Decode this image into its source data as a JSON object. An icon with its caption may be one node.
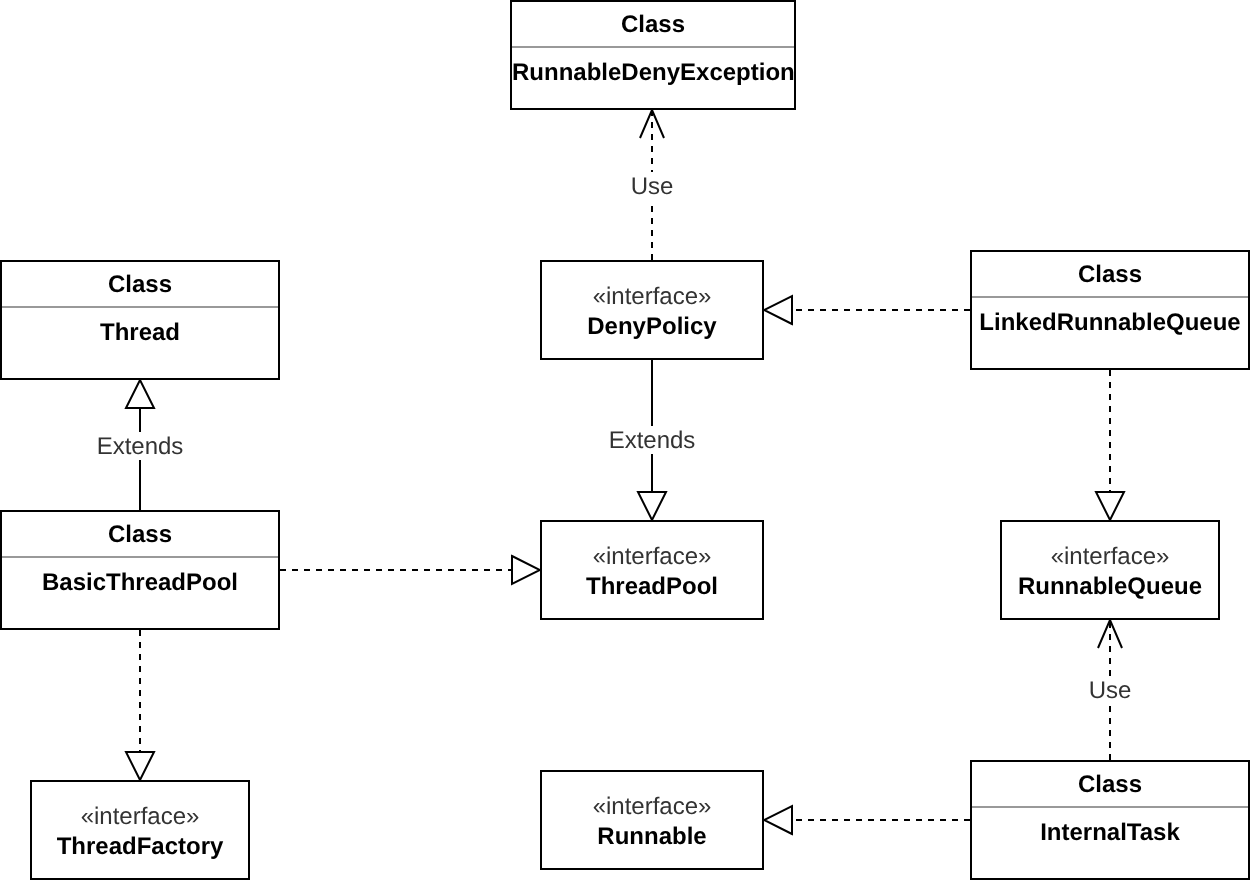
{
  "diagram": {
    "nodes": [
      {
        "text": [
          "Class",
          "RunnableDenyException"
        ]
      },
      {
        "text": [
          "Class",
          "Thread"
        ]
      },
      {
        "text": [
          "«interface»",
          "DenyPolicy"
        ]
      },
      {
        "text": [
          "Class",
          "LinkedRunnableQueue"
        ]
      },
      {
        "text": [
          "Class",
          "BasicThreadPool"
        ]
      },
      {
        "text": [
          "«interface»",
          "ThreadPool"
        ]
      },
      {
        "text": [
          "«interface»",
          "RunnableQueue"
        ]
      },
      {
        "text": [
          "«interface»",
          "ThreadFactory"
        ]
      },
      {
        "text": [
          "«interface»",
          "Runnable"
        ]
      },
      {
        "text": [
          "Class",
          "InternalTask"
        ]
      }
    ],
    "edges": [
      {
        "from": 2,
        "to": 0,
        "arrow": "to",
        "label": "Use",
        "style": "dashed"
      },
      {
        "from": 4,
        "to": 1,
        "arrow": "to",
        "label": "Extends"
      },
      {
        "from": 2,
        "to": 5,
        "arrow": "to",
        "label": "Extends"
      },
      {
        "from": 3,
        "to": 2,
        "arrow": "to",
        "style": "dashed"
      },
      {
        "from": 4,
        "to": 5,
        "arrow": "to",
        "style": "dashed"
      },
      {
        "from": 3,
        "to": 6,
        "arrow": "to",
        "style": "dashed"
      },
      {
        "from": 9,
        "to": 6,
        "arrow": "to",
        "label": "Use",
        "style": "dashed"
      },
      {
        "from": 4,
        "to": 7,
        "arrow": "to",
        "style": "dashed"
      },
      {
        "from": 9,
        "to": 8,
        "arrow": "to",
        "style": "dashed"
      }
    ]
  }
}
